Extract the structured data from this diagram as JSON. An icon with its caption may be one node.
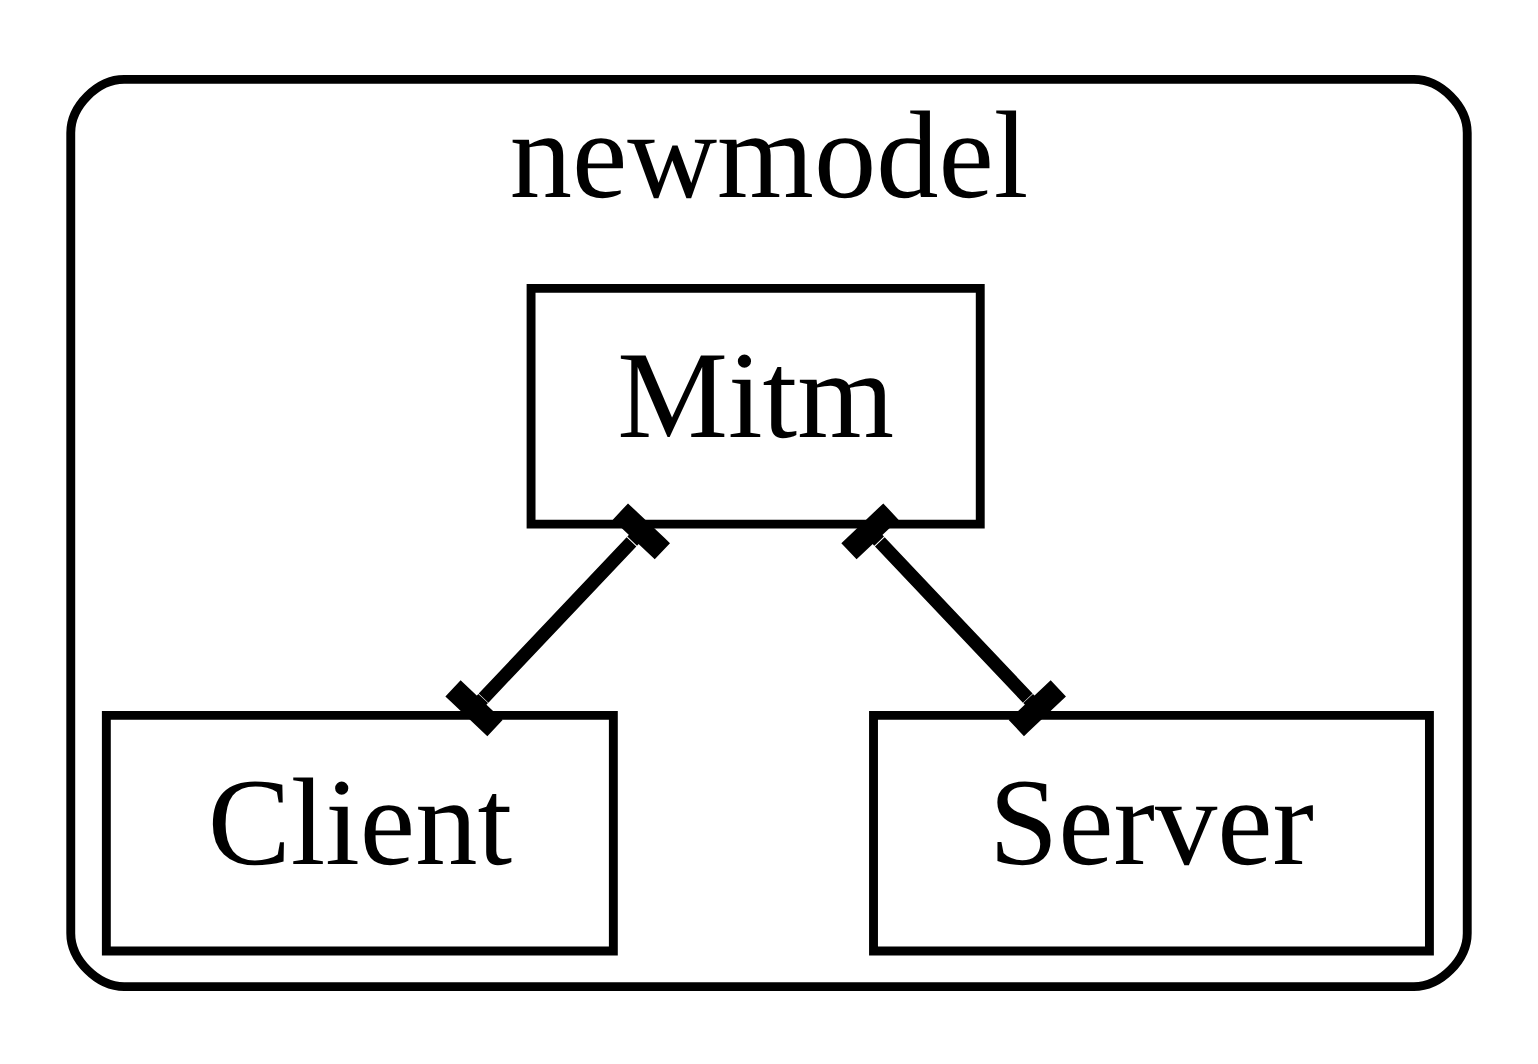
{
  "diagram": {
    "nodes": [
      {
        "text": [
          "newmodel"
        ]
      },
      {
        "text": [
          "Mitm"
        ],
        "in": 0
      },
      {
        "text": [
          "Client"
        ],
        "in": 0
      },
      {
        "text": [
          "Server"
        ],
        "in": 0
      }
    ],
    "edges": [
      {
        "from": 1,
        "to": 2,
        "arrow": "other"
      },
      {
        "from": 1,
        "to": 3,
        "arrow": "other"
      }
    ]
  }
}
